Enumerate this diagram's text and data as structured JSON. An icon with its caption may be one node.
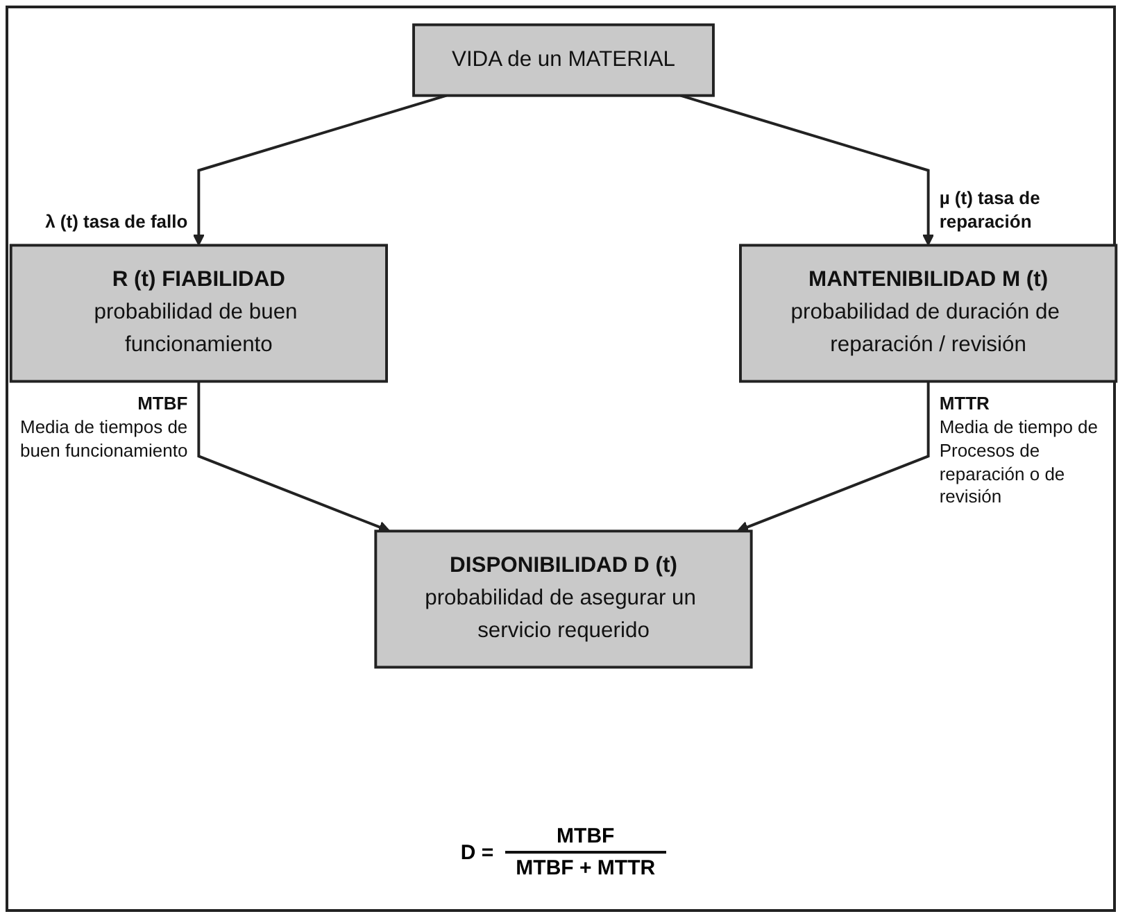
{
  "diagram": {
    "nodes": [
      {
        "text": [
          "VIDA de un MATERIAL"
        ]
      },
      {
        "text": [
          "R (t) FIABILIDAD",
          "probabilidad de buen funcionamiento"
        ],
        "beside": [
          "λ (t) tasa de fallo",
          "MTBF",
          "Media de tiempos de buen funcionamiento"
        ]
      },
      {
        "text": [
          "MANTENIBILIDAD M (t)",
          "probabilidad de duración de reparación / revisión"
        ],
        "beside": [
          "µ (t) tasa de reparación",
          "MTTR",
          "Media de tiempo de Procesos de reparación o de revisión"
        ]
      },
      {
        "text": [
          "DISPONIBILIDAD D (t)",
          "probabilidad de asegurar un servicio requerido"
        ]
      }
    ],
    "edges": [
      {
        "from": 0,
        "to": 1,
        "arrow": "to"
      },
      {
        "from": 0,
        "to": 2,
        "arrow": "to"
      },
      {
        "from": 1,
        "to": 3,
        "arrow": "to"
      },
      {
        "from": 2,
        "to": 3,
        "arrow": "to"
      }
    ],
    "labels": [
      "D =",
      "MTBF",
      "MTBF + MTTR"
    ]
  }
}
